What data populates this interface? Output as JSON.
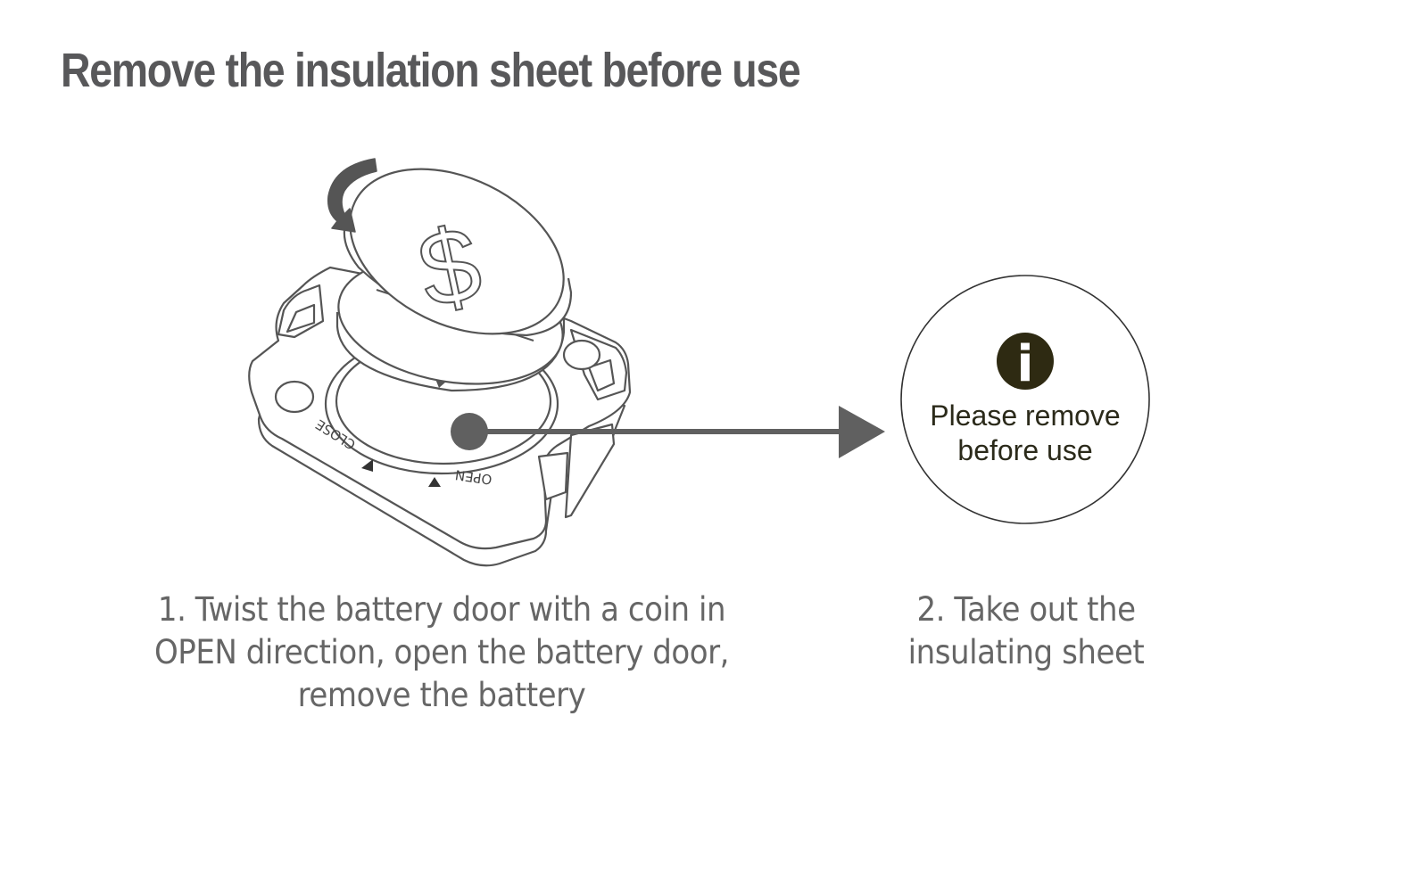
{
  "title": "Remove the insulation sheet before use",
  "illustration": {
    "labels": {
      "close": "CLOSE",
      "open": "OPEN",
      "coin_symbol": "$"
    },
    "notice": {
      "info_glyph": "i",
      "line1": "Please remove",
      "line2": "before use"
    }
  },
  "steps": [
    {
      "lines": [
        "1. Twist the battery door with a coin in",
        "OPEN direction, open the battery door,",
        "remove the battery"
      ]
    },
    {
      "lines": [
        "2. Take out the",
        "insulating sheet"
      ]
    }
  ],
  "colors": {
    "title": "#58585a",
    "text": "#666666",
    "line_art": "#555555",
    "accent": "#606060",
    "info_icon": "#2e2a12"
  },
  "icons": [
    "rotate-arrow-icon",
    "arrow-right-icon",
    "info-icon"
  ]
}
